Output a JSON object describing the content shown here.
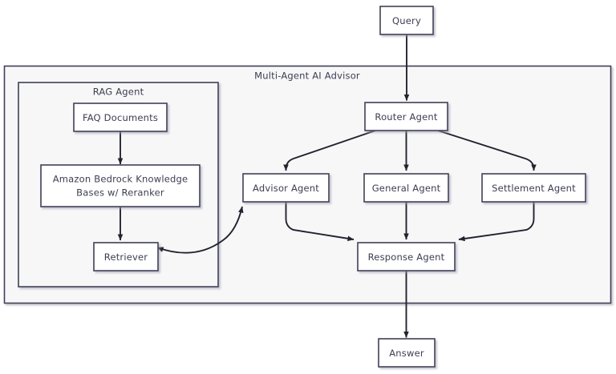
{
  "diagram": {
    "title": "Multi-Agent AI Advisor",
    "type": "flowchart",
    "colors": {
      "node_fill": "#ffffff",
      "node_stroke": "#3f3f56",
      "cluster_fill": "#f7f7f8",
      "cluster_stroke": "#3f3f56",
      "edge_stroke": "#23232f",
      "text": "#3d3d52",
      "page_background": "#ffffff"
    },
    "clusters": [
      {
        "id": "multi_agent",
        "label": "Multi-Agent AI Advisor"
      },
      {
        "id": "rag_agent",
        "label": "RAG Agent"
      }
    ],
    "nodes": [
      {
        "id": "query",
        "label": "Query"
      },
      {
        "id": "router",
        "label": "Router Agent"
      },
      {
        "id": "advisor",
        "label": "Advisor Agent"
      },
      {
        "id": "general",
        "label": "General Agent"
      },
      {
        "id": "settlement",
        "label": "Settlement Agent"
      },
      {
        "id": "response",
        "label": "Response Agent"
      },
      {
        "id": "answer",
        "label": "Answer"
      },
      {
        "id": "faq",
        "label": "FAQ Documents"
      },
      {
        "id": "bedrock",
        "label_line1": "Amazon Bedrock Knowledge",
        "label_line2": "Bases w/ Reranker"
      },
      {
        "id": "retriever",
        "label": "Retriever"
      }
    ],
    "edges": [
      {
        "from": "query",
        "to": "router",
        "arrow": "single"
      },
      {
        "from": "router",
        "to": "advisor",
        "arrow": "single"
      },
      {
        "from": "router",
        "to": "general",
        "arrow": "single"
      },
      {
        "from": "router",
        "to": "settlement",
        "arrow": "single"
      },
      {
        "from": "advisor",
        "to": "response",
        "arrow": "single"
      },
      {
        "from": "general",
        "to": "response",
        "arrow": "single"
      },
      {
        "from": "settlement",
        "to": "response",
        "arrow": "single"
      },
      {
        "from": "response",
        "to": "answer",
        "arrow": "single"
      },
      {
        "from": "faq",
        "to": "bedrock",
        "arrow": "single"
      },
      {
        "from": "bedrock",
        "to": "retriever",
        "arrow": "single"
      },
      {
        "from": "retriever",
        "to": "advisor",
        "arrow": "double"
      }
    ]
  }
}
